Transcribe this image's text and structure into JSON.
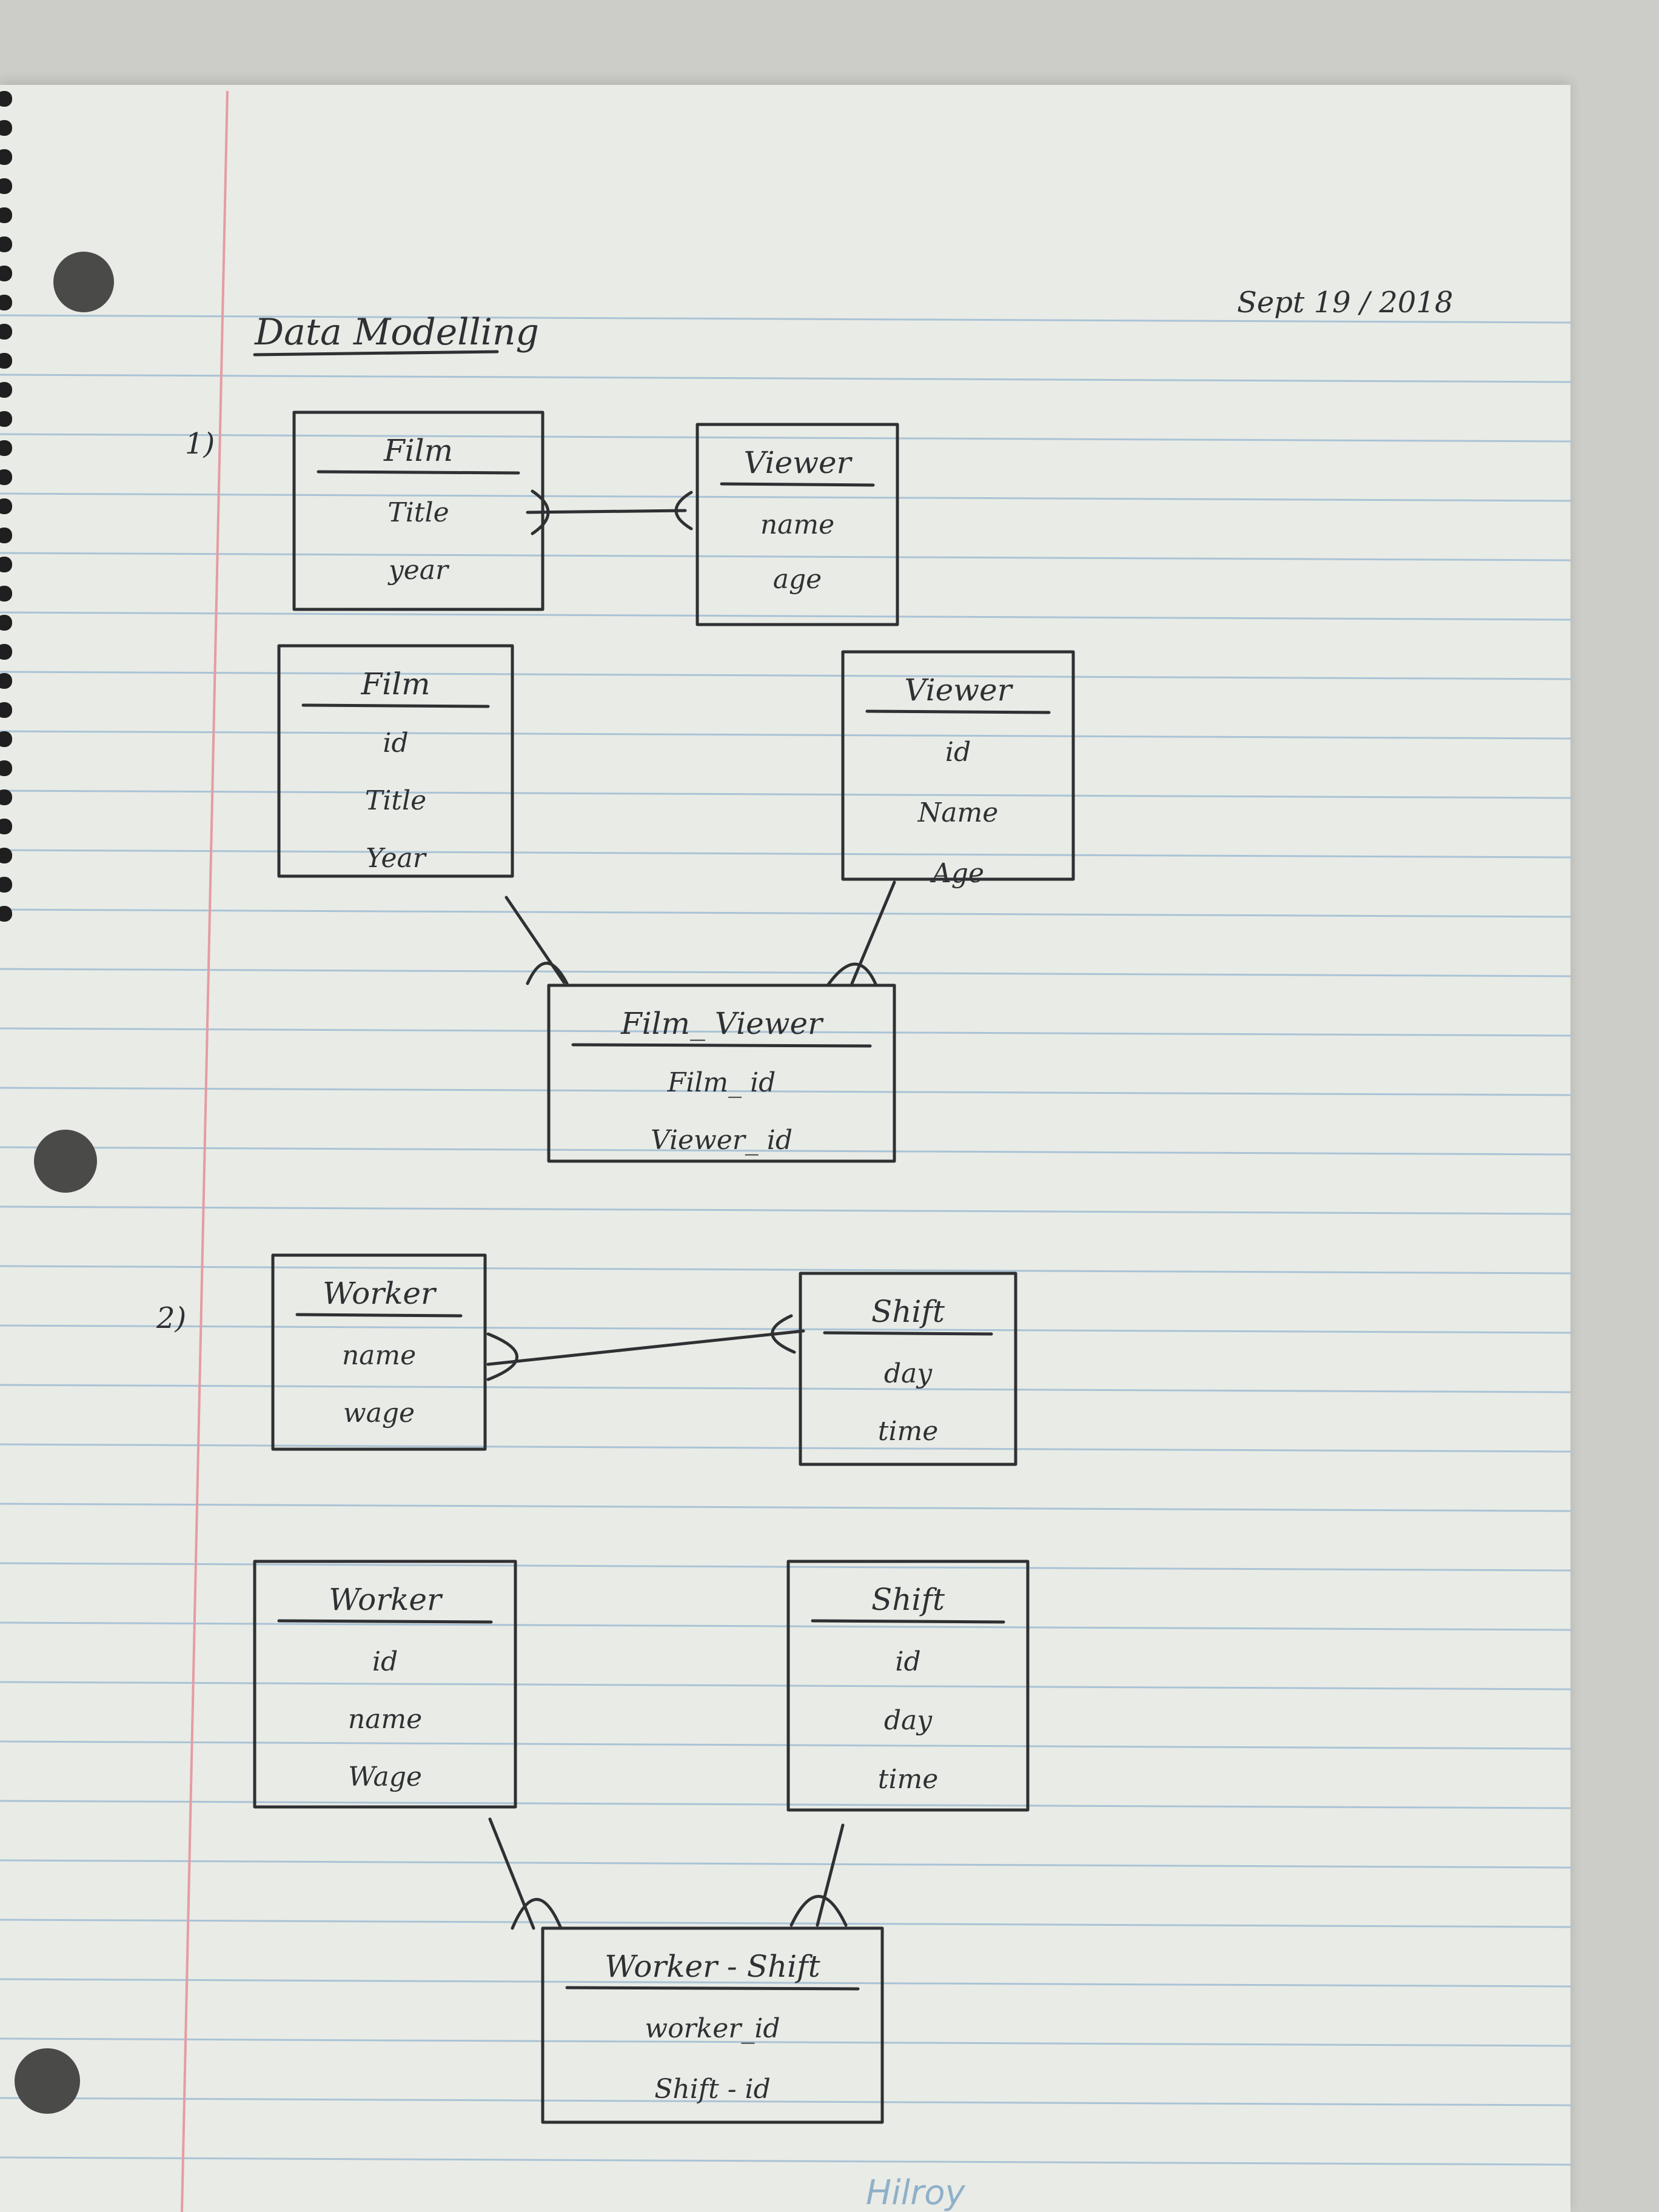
{
  "page": {
    "title": "Data Modelling",
    "date": "Sept 19 / 2018",
    "brand": "Hilroy"
  },
  "sections": [
    {
      "number": "1)"
    },
    {
      "number": "2)"
    }
  ],
  "entities": {
    "film1": {
      "title": "Film",
      "fields": [
        "Title",
        "year"
      ]
    },
    "viewer1": {
      "title": "Viewer",
      "fields": [
        "name",
        "age"
      ]
    },
    "film2": {
      "title": "Film",
      "fields": [
        "id",
        "Title",
        "Year"
      ]
    },
    "viewer2": {
      "title": "Viewer",
      "fields": [
        "id",
        "Name",
        "Age"
      ]
    },
    "film_viewer": {
      "title": "Film_ Viewer",
      "fields": [
        "Film_ id",
        "Viewer_ id"
      ]
    },
    "worker1": {
      "title": "Worker",
      "fields": [
        "name",
        "wage"
      ]
    },
    "shift1": {
      "title": "Shift",
      "fields": [
        "day",
        "time"
      ]
    },
    "worker2": {
      "title": "Worker",
      "fields": [
        "id",
        "name",
        "Wage"
      ]
    },
    "shift2": {
      "title": "Shift",
      "fields": [
        "id",
        "day",
        "time"
      ]
    },
    "worker_shift": {
      "title": "Worker - Shift",
      "fields": [
        "worker_id",
        "Shift - id"
      ]
    }
  },
  "relationships": [
    {
      "from": "film1",
      "to": "viewer1",
      "from_end": "many",
      "to_end": "many"
    },
    {
      "from": "film2",
      "to": "film_viewer",
      "from_end": "one",
      "to_end": "many"
    },
    {
      "from": "viewer2",
      "to": "film_viewer",
      "from_end": "one",
      "to_end": "many"
    },
    {
      "from": "worker1",
      "to": "shift1",
      "from_end": "many",
      "to_end": "many"
    },
    {
      "from": "worker2",
      "to": "worker_shift",
      "from_end": "one",
      "to_end": "many"
    },
    {
      "from": "shift2",
      "to": "worker_shift",
      "from_end": "one",
      "to_end": "many"
    }
  ]
}
